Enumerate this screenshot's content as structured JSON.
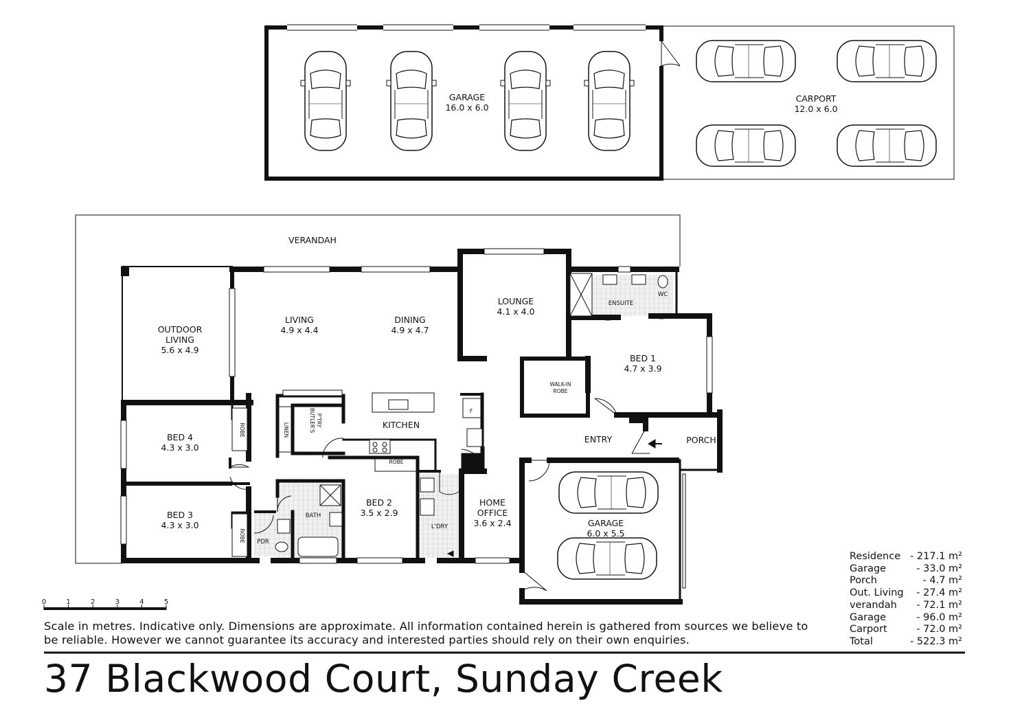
{
  "rooms": {
    "garage_top": {
      "name": "GARAGE",
      "dims": "16.0 x 6.0"
    },
    "carport": {
      "name": "CARPORT",
      "dims": "12.0 x 6.0"
    },
    "verandah": {
      "name": "VERANDAH"
    },
    "outdoor_living": {
      "line1": "OUTDOOR",
      "line2": "LIVING",
      "dims": "5.6 x 4.9"
    },
    "living": {
      "name": "LIVING",
      "dims": "4.9 x 4.4"
    },
    "dining": {
      "name": "DINING",
      "dims": "4.9 x 4.7"
    },
    "lounge": {
      "name": "LOUNGE",
      "dims": "4.1 x 4.0"
    },
    "ensuite": {
      "name": "ENSUITE"
    },
    "wc": {
      "name": "WC"
    },
    "bed1": {
      "name": "BED 1",
      "dims": "4.7 x 3.9"
    },
    "walk_in_robe": {
      "line1": "WALK-IN",
      "line2": "ROBE"
    },
    "kitchen": {
      "name": "KITCHEN"
    },
    "butlers_pantry": {
      "line1": "BUTLER'S",
      "line2": "P'TRY"
    },
    "linen": {
      "name": "LINEN"
    },
    "fridge": {
      "name": "F"
    },
    "entry": {
      "name": "ENTRY"
    },
    "porch": {
      "name": "PORCH"
    },
    "bed4": {
      "name": "BED 4",
      "dims": "4.3 x 3.0"
    },
    "bed3": {
      "name": "BED 3",
      "dims": "4.3 x 3.0"
    },
    "robe_bed4": {
      "name": "ROBE"
    },
    "robe_bed3": {
      "name": "ROBE"
    },
    "robe_bed2": {
      "name": "ROBE"
    },
    "bath": {
      "name": "BATH"
    },
    "pdr": {
      "name": "PDR"
    },
    "bed2": {
      "name": "BED 2",
      "dims": "3.5 x 2.9"
    },
    "laundry": {
      "name": "L'DRY"
    },
    "home_office": {
      "line1": "HOME",
      "line2": "OFFICE",
      "dims": "3.6 x 2.4"
    },
    "garage_house": {
      "name": "GARAGE",
      "dims": "6.0 x 5.5"
    }
  },
  "scale_bar": {
    "ticks": [
      "0",
      "1",
      "2",
      "3",
      "4",
      "5"
    ]
  },
  "areas": [
    {
      "label": "Residence",
      "value": "- 217.1 m²"
    },
    {
      "label": "Garage",
      "value": "-   33.0 m²"
    },
    {
      "label": "Porch",
      "value": "-     4.7 m²"
    },
    {
      "label": "Out. Living",
      "value": "-   27.4 m²"
    },
    {
      "label": "verandah",
      "value": "-   72.1 m²"
    },
    {
      "label": "Garage",
      "value": "-   96.0 m²"
    },
    {
      "label": "Carport",
      "value": "-   72.0 m²"
    },
    {
      "label": "Total",
      "value": "- 522.3 m²"
    }
  ],
  "disclaimer": "Scale in metres. Indicative only. Dimensions are approximate. All information contained herein is gathered from sources we believe to be reliable. However we cannot guarantee  its accuracy and interested parties should rely on their own enquiries.",
  "address": "37 Blackwood Court, Sunday Creek",
  "colors": {
    "wall": "#111111",
    "tile": "#e6e6e6"
  }
}
